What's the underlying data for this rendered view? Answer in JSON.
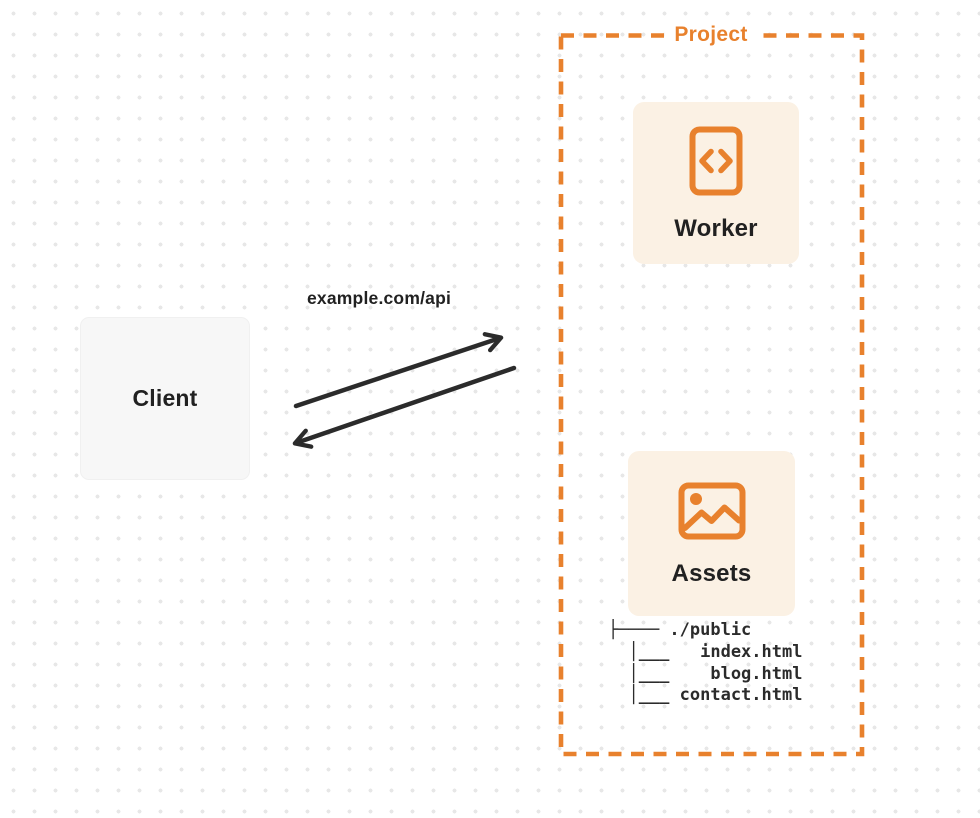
{
  "colors": {
    "accent": "#e8812d",
    "card-bg": "#fbf1e4",
    "client-bg": "#f7f7f7",
    "ink": "#212121",
    "arrow": "#2b2b2b",
    "dot": "#e7e7e7",
    "page-bg": "#ffffff"
  },
  "client": {
    "label": "Client"
  },
  "request": {
    "label": "example.com/api"
  },
  "project": {
    "label": "Project",
    "nodes": [
      {
        "id": "worker",
        "label": "Worker",
        "icon": "code-file-icon"
      },
      {
        "id": "assets",
        "label": "Assets",
        "icon": "image-icon"
      }
    ],
    "file_tree": {
      "lines": [
        "├──── ./public",
        "  │___   index.html",
        "  │___    blog.html",
        "  │___ contact.html"
      ]
    }
  }
}
